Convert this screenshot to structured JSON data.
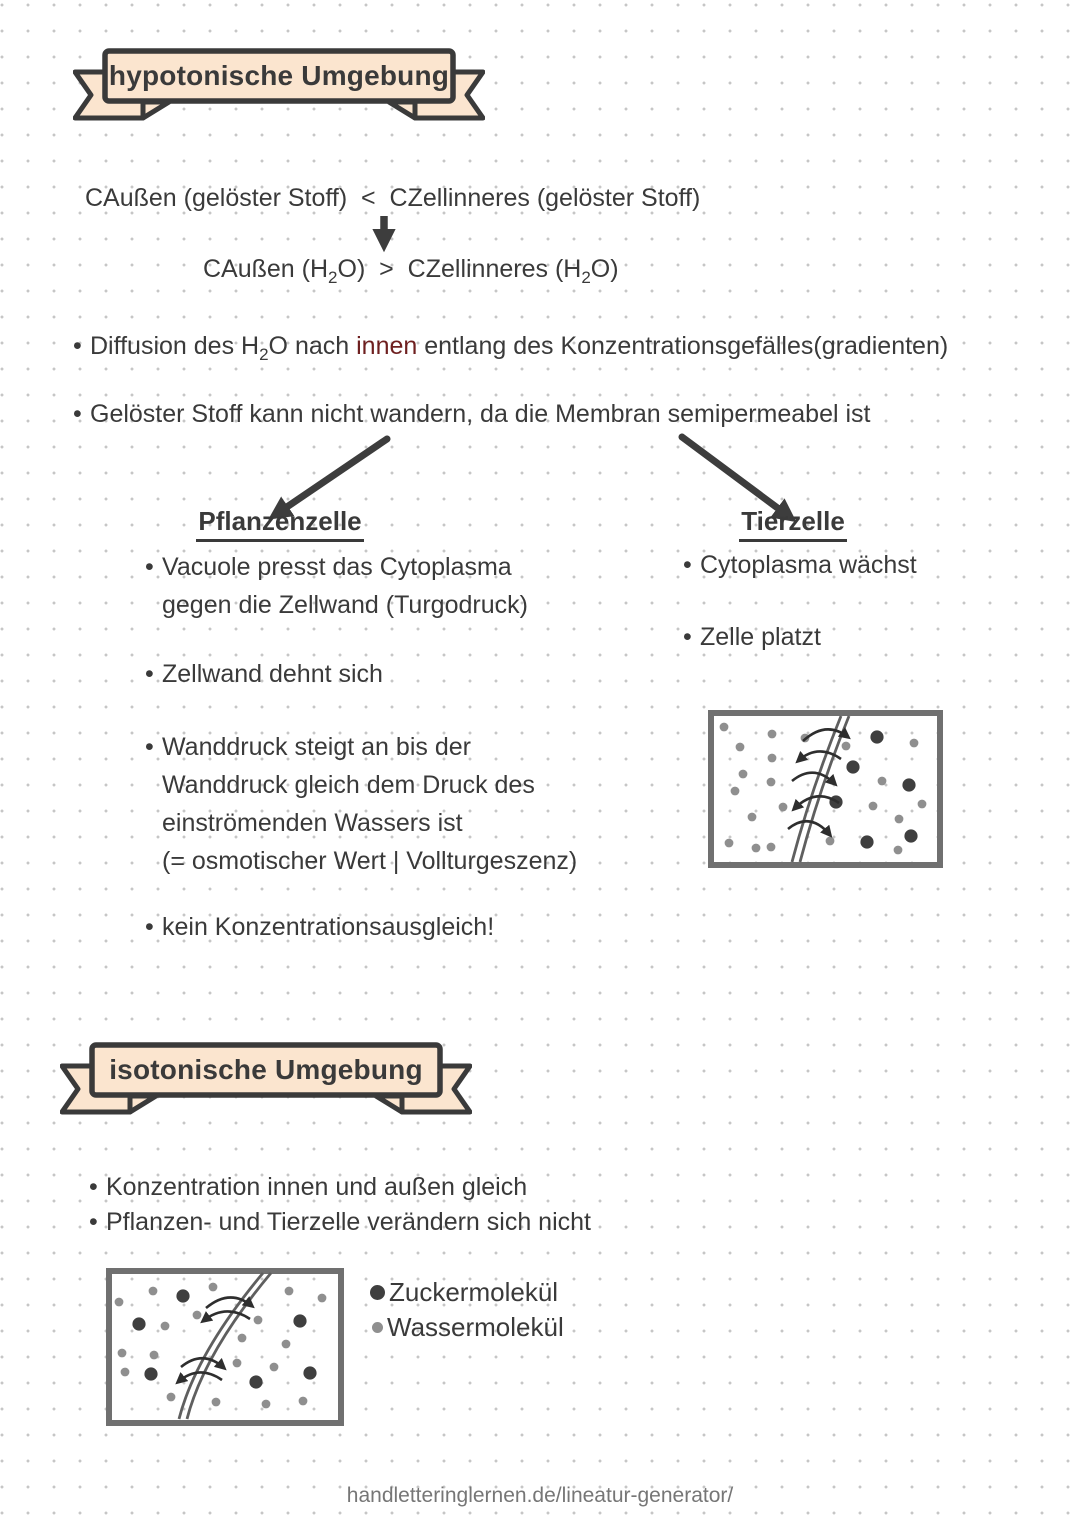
{
  "colors": {
    "ink": "#3a3a3a",
    "accent_red": "#6e1f1f",
    "banner_fill": "#fbe5cf",
    "diagram_border": "#707070",
    "water_dot": "#8f8f8f",
    "sugar_dot": "#3f3f3f"
  },
  "hypotonic": {
    "banner_title": "hypotonische Umgebung",
    "formula_solute": "CAußen (gelöster Stoff)  <  CZellinneres (gelöster Stoff)",
    "formula_water": [
      {
        "t": "CAußen (H"
      },
      {
        "t": "2",
        "s": "sub"
      },
      {
        "t": "O)  >  CZellinneres (H"
      },
      {
        "t": "2",
        "s": "sub"
      },
      {
        "t": "O)"
      }
    ],
    "bullets": {
      "diffusion": [
        {
          "t": "Diffusion des H"
        },
        {
          "t": "2",
          "s": "sub"
        },
        {
          "t": "O nach "
        },
        {
          "t": "innen",
          "s": "red"
        },
        {
          "t": " entlang des Konzentrationsgefälles(gradienten)"
        }
      ],
      "membrane": "Gelöster Stoff kann nicht wandern, da die Membran semipermeabel ist"
    },
    "plant": {
      "title": "Pflanzenzelle",
      "items": [
        {
          "lines": [
            "Vacuole presst das Cytoplasma",
            "gegen die Zellwand (Turgodruck)"
          ]
        },
        {
          "lines": [
            "Zellwand dehnt sich"
          ]
        },
        {
          "lines": [
            "Wanddruck steigt an bis der",
            "Wanddruck gleich dem Druck des",
            "einströmenden Wassers ist",
            "(= osmotischer Wert | Vollturgeszenz)"
          ]
        },
        {
          "lines": [
            "kein Konzentrationsausgleich!"
          ]
        }
      ]
    },
    "animal": {
      "title": "Tierzelle",
      "items": [
        {
          "lines": [
            "Cytoplasma wächst"
          ]
        },
        {
          "lines": [
            "Zelle platzt"
          ]
        }
      ]
    }
  },
  "isotonic": {
    "banner_title": "isotonische Umgebung",
    "bullets": [
      "Konzentration innen und außen gleich",
      "Pflanzen- und Tierzelle verändern sich nicht"
    ],
    "legend": {
      "sugar": "Zuckermolekül",
      "water": "Wassermolekül"
    }
  },
  "diagrams": {
    "hypotonic": {
      "water": [
        [
          16,
          17
        ],
        [
          32,
          37
        ],
        [
          64,
          24
        ],
        [
          97,
          28
        ],
        [
          35,
          64
        ],
        [
          64,
          48
        ],
        [
          27,
          81
        ],
        [
          63,
          72
        ],
        [
          75,
          97
        ],
        [
          44,
          107
        ],
        [
          21,
          133
        ],
        [
          48,
          138
        ],
        [
          63,
          137
        ],
        [
          122,
          131
        ],
        [
          138,
          36
        ],
        [
          206,
          33
        ],
        [
          174,
          71
        ],
        [
          165,
          96
        ],
        [
          191,
          109
        ],
        [
          214,
          94
        ],
        [
          190,
          140
        ]
      ],
      "sugar": [
        [
          169,
          27
        ],
        [
          145,
          57
        ],
        [
          201,
          75
        ],
        [
          128,
          92
        ],
        [
          159,
          132
        ],
        [
          203,
          126
        ]
      ]
    },
    "isotonic": {
      "water": [
        [
          13,
          34
        ],
        [
          47,
          23
        ],
        [
          107,
          19
        ],
        [
          59,
          58
        ],
        [
          91,
          47
        ],
        [
          152,
          52
        ],
        [
          16,
          85
        ],
        [
          48,
          87
        ],
        [
          19,
          104
        ],
        [
          65,
          129
        ],
        [
          110,
          134
        ],
        [
          136,
          70
        ],
        [
          168,
          99
        ],
        [
          160,
          136
        ],
        [
          180,
          76
        ],
        [
          216,
          30
        ],
        [
          197,
          133
        ],
        [
          183,
          23
        ],
        [
          131,
          95
        ]
      ],
      "sugar": [
        [
          77,
          28
        ],
        [
          33,
          56
        ],
        [
          45,
          106
        ],
        [
          150,
          114
        ],
        [
          194,
          53
        ],
        [
          204,
          105
        ]
      ]
    }
  },
  "footer_url": "handletteringlernen.de/lineatur-generator/"
}
